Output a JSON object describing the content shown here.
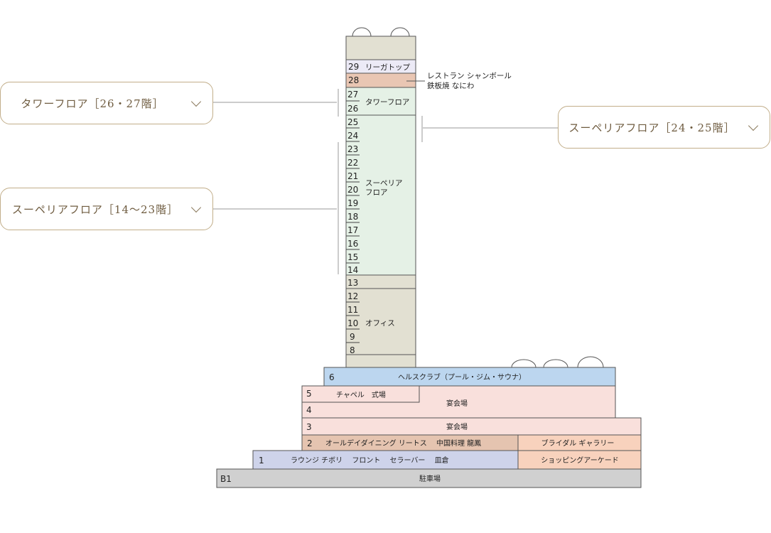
{
  "callouts": {
    "tower": "タワーフロア［26・27階］",
    "superior_low": "スーペリアフロア［14～23階］",
    "superior_high": "スーペリアフロア［24・25階］"
  },
  "tower": {
    "floor_29": {
      "number": "29",
      "label": "リーガトップ"
    },
    "floor_28": {
      "number": "28"
    },
    "restaurants_28": [
      "レストラン シャンボール",
      "鉄板焼 なにわ"
    ],
    "tower_floor_label": "タワーフロア",
    "tower_floor_numbers": [
      "27",
      "26"
    ],
    "superior_label": [
      "スーペリア",
      "フロア"
    ],
    "superior_numbers": [
      "25",
      "24",
      "23",
      "22",
      "21",
      "20",
      "19",
      "18",
      "17",
      "16",
      "15",
      "14"
    ],
    "floor_13": "13",
    "office_numbers": [
      "12",
      "11",
      "10",
      "9",
      "8"
    ],
    "office_label": "オフィス"
  },
  "podium": {
    "floor_6": {
      "number": "6",
      "label": "ヘルスクラブ（プール・ジム・サウナ）"
    },
    "floor_5": {
      "number": "5",
      "chapel": "チャペル　式場"
    },
    "floor_4": {
      "number": "4"
    },
    "banquet_45": "宴会場",
    "floor_3": {
      "number": "3",
      "label": "宴会場"
    },
    "floor_2": {
      "number": "2",
      "label": "オールデイダイニング リートス　 中国料理 龍鳳",
      "right_label": "ブライダル ギャラリー"
    },
    "floor_1": {
      "number": "1",
      "label": "ラウンジ チボリ　 フロント　 セラーバー　 皿倉",
      "right_label": "ショッピングアーケード"
    },
    "floor_b1": {
      "number": "B1",
      "label": "駐車場"
    }
  },
  "colors": {
    "stone": "#e2e0d2",
    "tower_green": "#e5f1e6",
    "top_lavender": "#eceaf6",
    "restaurant_salmon": "#e9c6b3",
    "health_blue": "#bcd6ef",
    "banquet_pink": "#f9e0dc",
    "dining_tan": "#e5c4b0",
    "bridal_peach": "#f8d2bd",
    "lobby_lavender": "#ced3ea",
    "parking_gray": "#d0d0d0",
    "callout_border": "#c2ae8a"
  }
}
